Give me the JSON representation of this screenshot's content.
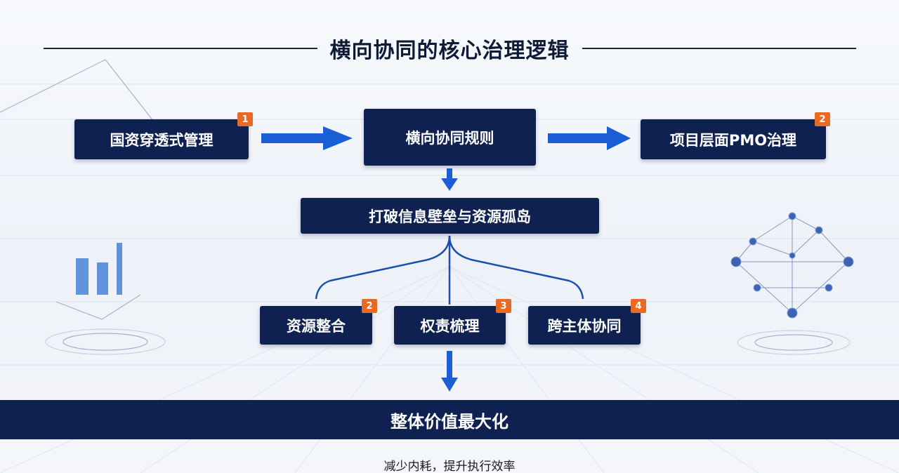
{
  "title": "横向协同的核心治理逻辑",
  "nodes": {
    "left": {
      "label": "国资穿透式管理",
      "badge": "1"
    },
    "center": {
      "label": "横向协同规则"
    },
    "right": {
      "label": "项目层面PMO治理",
      "badge": "2"
    },
    "middle": {
      "label": "打破信息壁垒与资源孤岛"
    },
    "branch1": {
      "label": "资源整合",
      "badge": "2"
    },
    "branch2": {
      "label": "权责梳理",
      "badge": "3"
    },
    "branch3": {
      "label": "跨主体协同",
      "badge": "4"
    }
  },
  "result": "整体价值最大化",
  "footer": "减少内耗，提升执行效率",
  "colors": {
    "box": "#0e2150",
    "arrow": "#1b5fd6",
    "badge": "#e96a22"
  }
}
